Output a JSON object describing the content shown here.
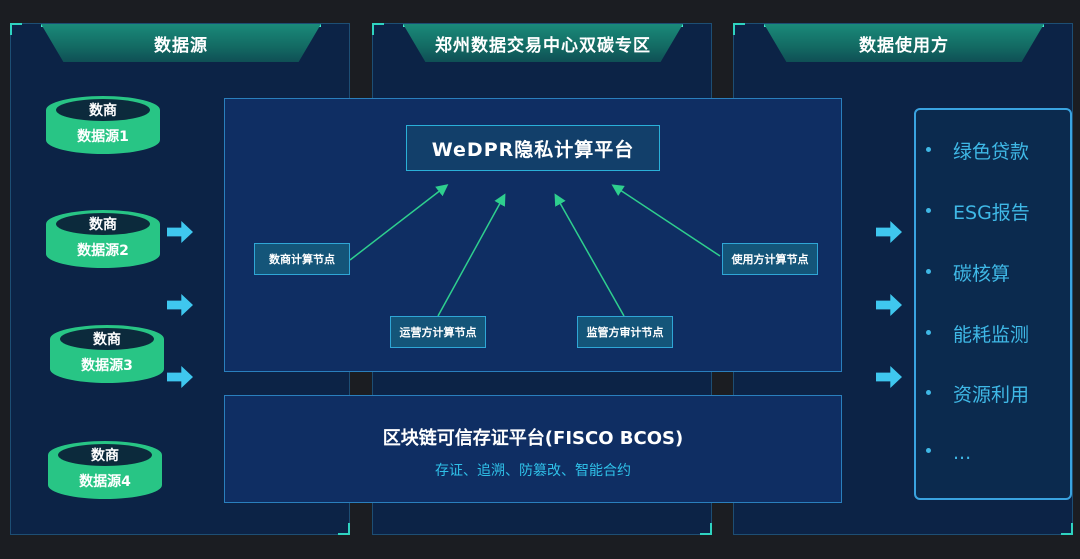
{
  "panels": {
    "left_title": "数据源",
    "middle_title": "郑州数据交易中心双碳专区",
    "right_title": "数据使用方"
  },
  "sources": [
    {
      "top": "数商",
      "label": "数据源1"
    },
    {
      "top": "数商",
      "label": "数据源2"
    },
    {
      "top": "数商",
      "label": "数据源3"
    },
    {
      "top": "数商",
      "label": "数据源4"
    }
  ],
  "platform": {
    "title": "WeDPR隐私计算平台",
    "nodes": {
      "merchant": "数商计算节点",
      "operator": "运营方计算节点",
      "regulator": "监管方审计节点",
      "user": "使用方计算节点"
    }
  },
  "chain": {
    "title": "区块链可信存证平台(FISCO BCOS)",
    "subtitle": "存证、追溯、防篡改、智能合约"
  },
  "uses": [
    "绿色贷款",
    "ESG报告",
    "碳核算",
    "能耗监测",
    "资源利用",
    "..."
  ],
  "colors": {
    "background": "#1b1d22",
    "panel": "#0c2346",
    "cylinder": "#28c585",
    "arrow": "#3fc7ef",
    "connector": "#2ecf8e",
    "accent_text": "#3fb8e6"
  }
}
